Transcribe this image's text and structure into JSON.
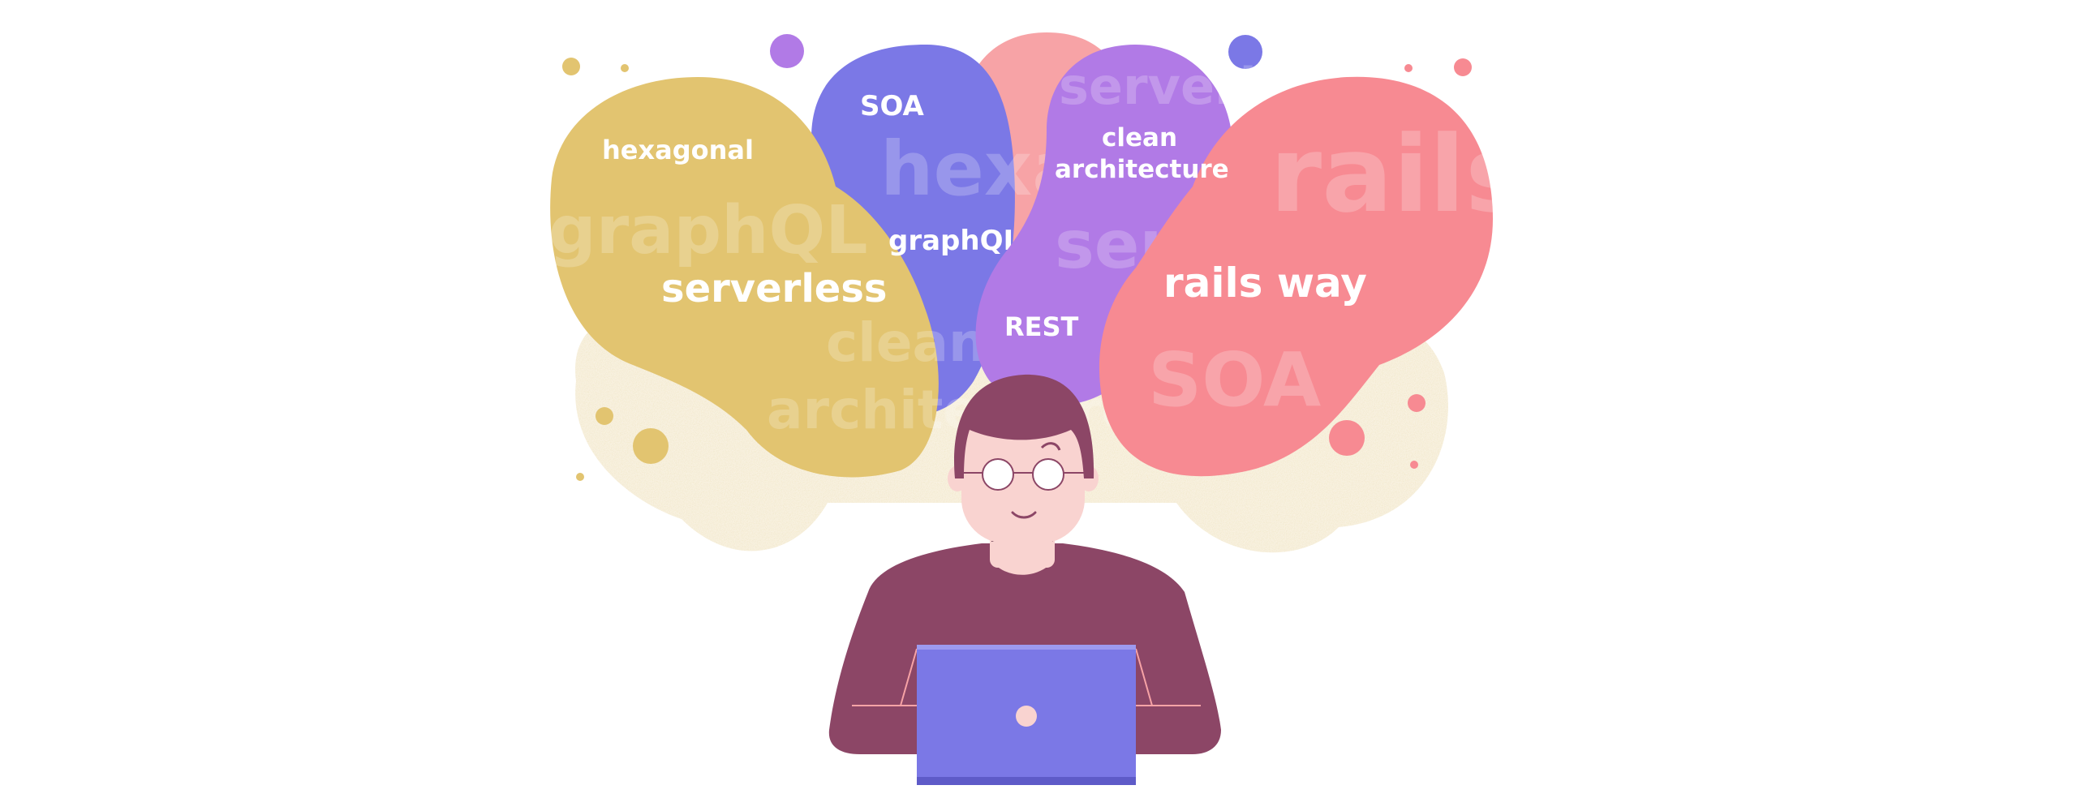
{
  "illustration": {
    "thought_bubbles": [
      {
        "color": "#e2c470",
        "labels": [
          "hexagonal",
          "serverless"
        ],
        "background_words": [
          "graphQL",
          "clean",
          "architecture"
        ]
      },
      {
        "color": "#7b78e6",
        "labels": [
          "SOA",
          "graphQL"
        ],
        "background_words": [
          "hexagonal"
        ]
      },
      {
        "color": "#b17ae6",
        "labels": [
          "clean",
          "architecture",
          "REST"
        ],
        "background_words": [
          "serverless",
          "serverless"
        ]
      },
      {
        "color": "#f78a92",
        "labels": [
          "rails way"
        ],
        "background_words": [
          "rails",
          "SOA"
        ]
      }
    ],
    "colors": {
      "mustard": "#e2c470",
      "indigo": "#7b78e6",
      "violet": "#b17ae6",
      "coral": "#f78a92",
      "pink": "#f7a3a6",
      "shirt": "#8c4666",
      "skin": "#f9d3d0",
      "hair": "#8c4666",
      "laptop": "#7b78e6"
    },
    "icons": [
      "person-icon",
      "laptop-icon",
      "glasses-icon"
    ]
  }
}
